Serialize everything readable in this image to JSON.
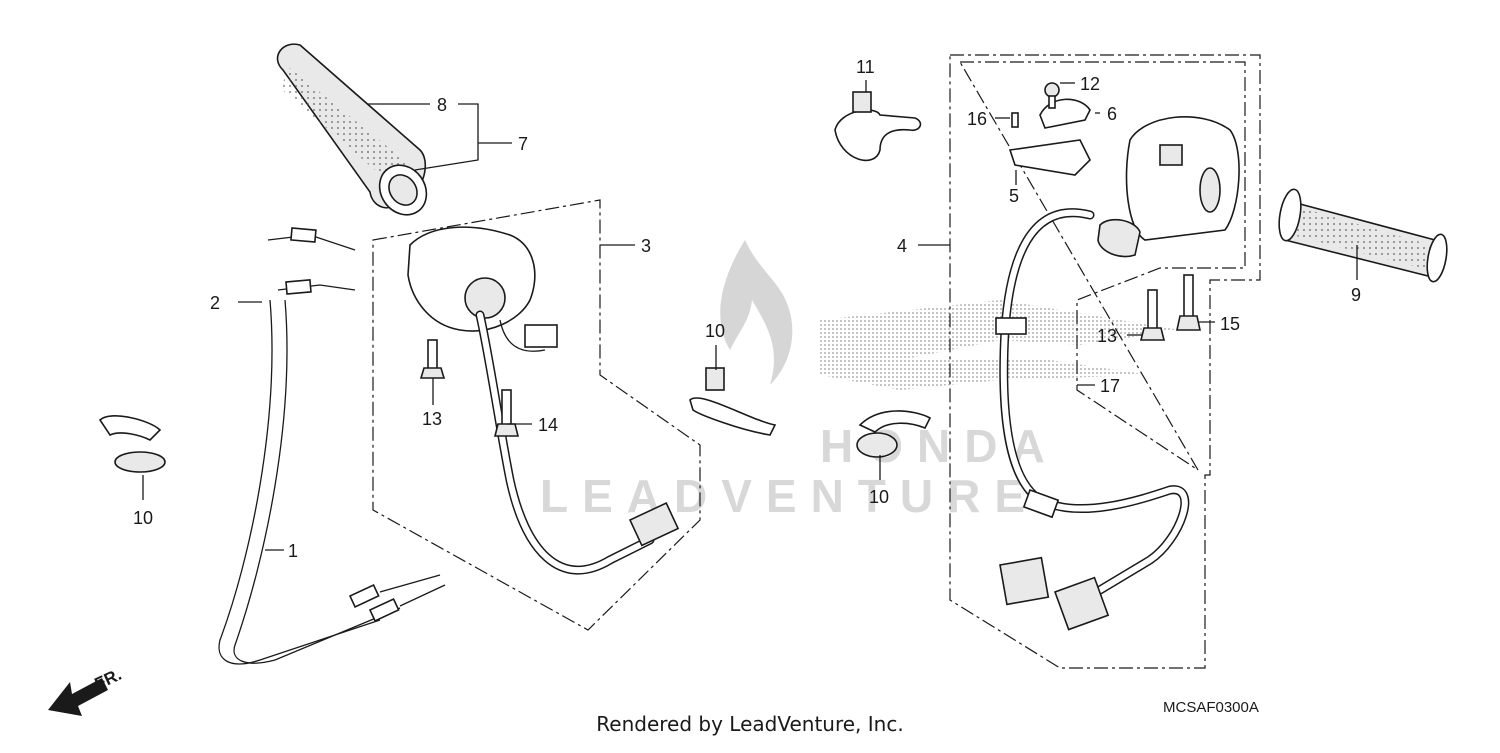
{
  "diagram": {
    "code": "MCSAF0300A",
    "footer": "Rendered by LeadVenture, Inc.",
    "front_arrow": "FR.",
    "watermark_text": "LEADVENTURE",
    "watermark_brand": "HONDA",
    "callouts": {
      "c1": "1",
      "c2": "2",
      "c3": "3",
      "c4": "4",
      "c5": "5",
      "c6": "6",
      "c7": "7",
      "c8": "8",
      "c9": "9",
      "c10a": "10",
      "c10b": "10",
      "c10c": "10",
      "c11": "11",
      "c12": "12",
      "c13a": "13",
      "c13b": "13",
      "c14": "14",
      "c15": "15",
      "c16": "16",
      "c17": "17"
    }
  }
}
